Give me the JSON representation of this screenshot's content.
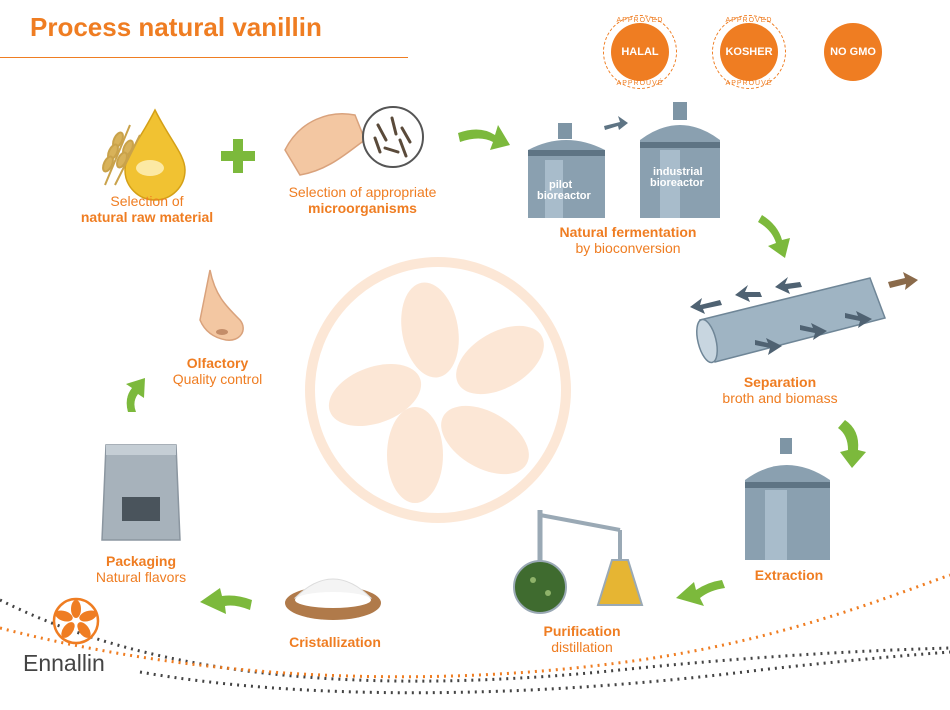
{
  "title": "Process natural vanillin",
  "badges": {
    "halal": {
      "label": "HALAL",
      "top": "APPROVED",
      "bottom": "APPROUVÉ"
    },
    "kosher": {
      "label": "KOSHER",
      "top": "APPROVED",
      "bottom": "APPROUVÉ"
    },
    "nogmo": {
      "label": "NO GMO"
    }
  },
  "steps": {
    "raw_material": {
      "line1": "Selection of",
      "line2": "natural raw material"
    },
    "microorganisms": {
      "line1": "Selection of appropriate",
      "line2": "microorganisms"
    },
    "fermentation": {
      "line1": "Natural fermentation",
      "line2": "by bioconversion"
    },
    "separation": {
      "line1": "Separation",
      "line2": "broth and biomass"
    },
    "extraction": {
      "line1": "Extraction"
    },
    "purification": {
      "line1": "Purification",
      "line2": "distillation"
    },
    "cristallization": {
      "line1": "Cristallization"
    },
    "packaging": {
      "line1": "Packaging",
      "line2": "Natural flavors"
    },
    "olfactory": {
      "line1": "Olfactory",
      "line2": "Quality control"
    }
  },
  "reactors": {
    "pilot": {
      "line1": "pilot",
      "line2": "bioreactor"
    },
    "industrial": {
      "line1": "industrial",
      "line2": "bioreactor"
    }
  },
  "brand": "Ennallin",
  "colors": {
    "orange": "#ef7d22",
    "green": "#7cb93c",
    "steel": "#8aa0b0"
  }
}
